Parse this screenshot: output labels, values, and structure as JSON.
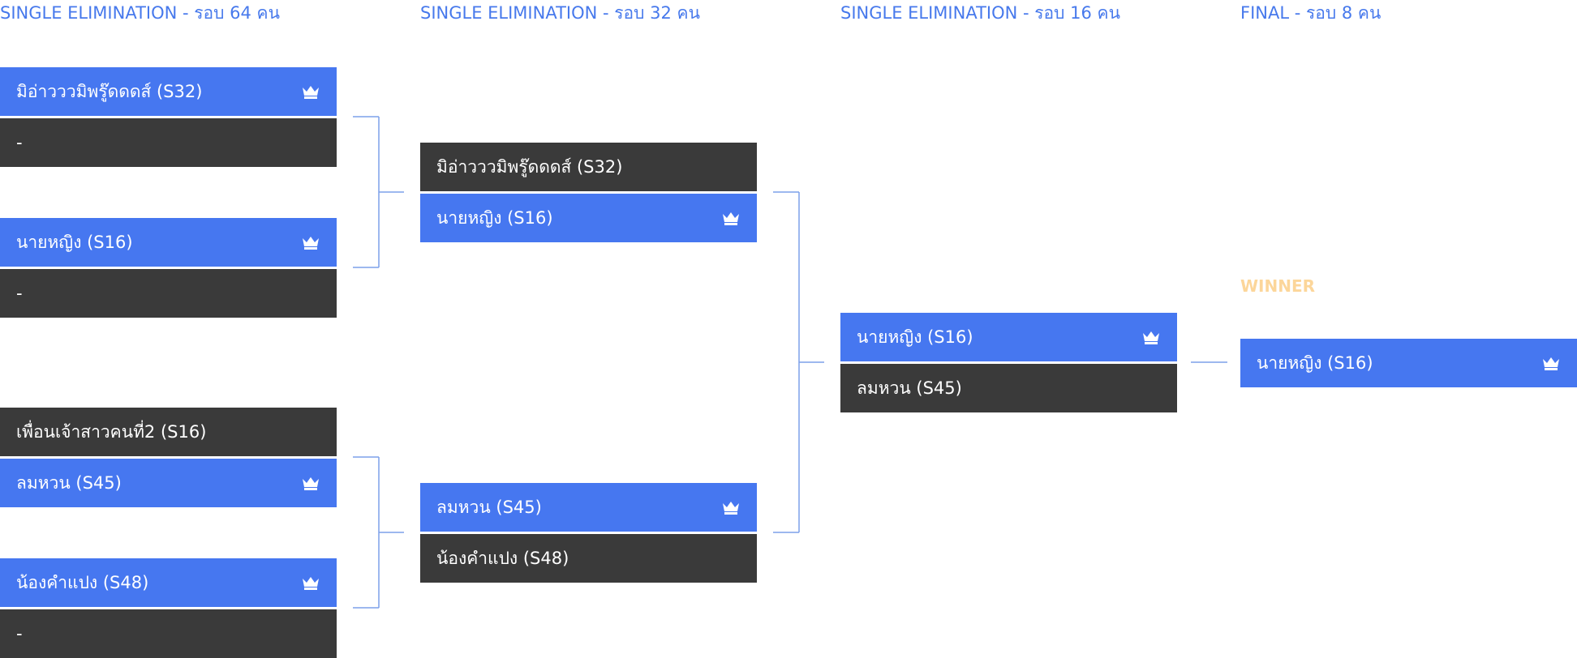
{
  "rounds": [
    {
      "title": "SINGLE ELIMINATION - รอบ 64 คน"
    },
    {
      "title": "SINGLE ELIMINATION - รอบ 32 คน"
    },
    {
      "title": "SINGLE ELIMINATION - รอบ 16 คน"
    },
    {
      "title": "FINAL - รอบ 8 คน"
    }
  ],
  "round64": [
    {
      "name": "มิอ่าวววมิพรู๊ดดดส์ (S32)",
      "winner": true
    },
    {
      "name": "-",
      "winner": false
    },
    {
      "name": "นายหญิง (S16)",
      "winner": true
    },
    {
      "name": "-",
      "winner": false
    },
    {
      "name": "เพื่อนเจ้าสาวคนที่2 (S16)",
      "winner": false
    },
    {
      "name": "ลมหวน (S45)",
      "winner": true
    },
    {
      "name": "น้องคำแปง (S48)",
      "winner": true
    },
    {
      "name": "-",
      "winner": false
    }
  ],
  "round32": [
    {
      "name": "มิอ่าวววมิพรู๊ดดดส์ (S32)",
      "winner": false
    },
    {
      "name": "นายหญิง (S16)",
      "winner": true
    },
    {
      "name": "ลมหวน (S45)",
      "winner": true
    },
    {
      "name": "น้องคำแปง (S48)",
      "winner": false
    }
  ],
  "round16": [
    {
      "name": "นายหญิง (S16)",
      "winner": true
    },
    {
      "name": "ลมหวน (S45)",
      "winner": false
    }
  ],
  "final": {
    "label": "WINNER",
    "name": "นายหญิง (S16)"
  },
  "colors": {
    "accent": "#4677f0",
    "loser": "#3a3a3a",
    "winner_label": "#fcd69a",
    "connector": "#7da0ea"
  },
  "icons": {
    "winner_marker": "crown-icon"
  }
}
